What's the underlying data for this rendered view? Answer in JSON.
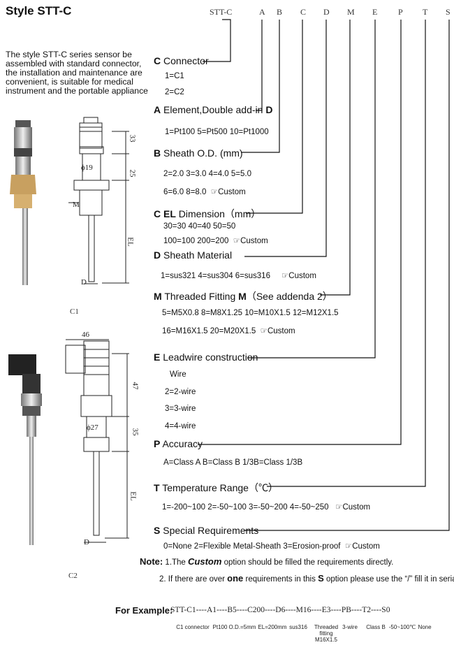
{
  "title": "Style STT-C",
  "intro": "The style STT-C series sensor be assembled with standard connector, the installation and maintenance are convenient, is suitable for medical instrument and the portable appliance",
  "code_header": [
    "STT-C",
    "A",
    "B",
    "C",
    "D",
    "M",
    "E",
    "P",
    "T",
    "S"
  ],
  "sections": {
    "connector": {
      "letter": "C",
      "label": "Connector",
      "options": [
        "1=C1",
        "2=C2"
      ]
    },
    "element": {
      "letter": "A",
      "label": "Element,Double add-in",
      "suffix": "D",
      "options": [
        "1=Pt100 5=Pt500 10=Pt1000"
      ]
    },
    "sheath_od": {
      "letter": "B",
      "label": "Sheath O.D. (mm)",
      "options": [
        "2=2.0  3=3.0  4=4.0  5=5.0",
        "6=6.0  8=8.0"
      ],
      "custom": "Custom"
    },
    "el_dimension": {
      "letter": "C",
      "bold": "EL",
      "label": "Dimension（mm）",
      "options": [
        "30=30   40=40   50=50",
        "100=100  200=200"
      ],
      "custom": "Custom"
    },
    "sheath_material": {
      "letter": "D",
      "label": "Sheath Material",
      "options": [
        "1=sus321  4=sus304   6=sus316"
      ],
      "custom": "Custom"
    },
    "threaded_fitting": {
      "letter": "M",
      "label": "Threaded Fitting",
      "bold": "M",
      "suffix": "（See addenda 2）",
      "options": [
        "5=M5X0.8   8=M8X1.25   10=M10X1.5   12=M12X1.5",
        "16=M16X1.5   20=M20X1.5"
      ],
      "custom": "Custom"
    },
    "leadwire": {
      "letter": "E",
      "label": "Leadwire construction",
      "options": [
        "Wire",
        "2=2-wire",
        "3=3-wire",
        "4=4-wire"
      ]
    },
    "accuracy": {
      "letter": "P",
      "label": "Accuracy",
      "options": [
        "A=Class A   B=Class B   1/3B=Class 1/3B"
      ]
    },
    "temperature": {
      "letter": "T",
      "label": "Temperature Range（℃）",
      "options": [
        "1=-200~100  2=-50~100  3=-50~200   4=-50~250"
      ],
      "custom": "Custom"
    },
    "special": {
      "letter": "S",
      "label": "Special Requirements",
      "options": [
        "0=None  2=Flexible Metal-Sheath  3=Erosion-proof"
      ],
      "custom": "Custom"
    }
  },
  "notes": {
    "label": "Note:",
    "n1_pre": "1.The",
    "n1_bold": "Custom",
    "n1_post": "option should be filled the requirements directly.",
    "n2_pre": "2. If there are over",
    "n2_bold": "one",
    "n2_mid": "requirements in this",
    "n2_bold2": "S",
    "n2_post": "option please use the “/” fill it in seriate"
  },
  "example": {
    "label": "For Example:",
    "code": "STT-C1----A1----B5----C200----D6----M16----E3----PB----T2----S0",
    "items": [
      "C1 connector",
      "Pt100",
      "O.D.=5mm",
      "EL=200mm",
      "sus316",
      "Threaded fitting M16X1.5",
      "3-wire",
      "Class B",
      "-50~100℃",
      "None"
    ]
  },
  "drawing": {
    "c1": {
      "caption": "C1",
      "dims": [
        "33",
        "25",
        "EL",
        "M",
        "D",
        "ϕ19"
      ]
    },
    "c2": {
      "caption": "C2",
      "dims": [
        "46",
        "47",
        "35",
        "EL",
        "D",
        "ϕ27"
      ]
    }
  },
  "custom_icon": "hand-pointer-icon"
}
